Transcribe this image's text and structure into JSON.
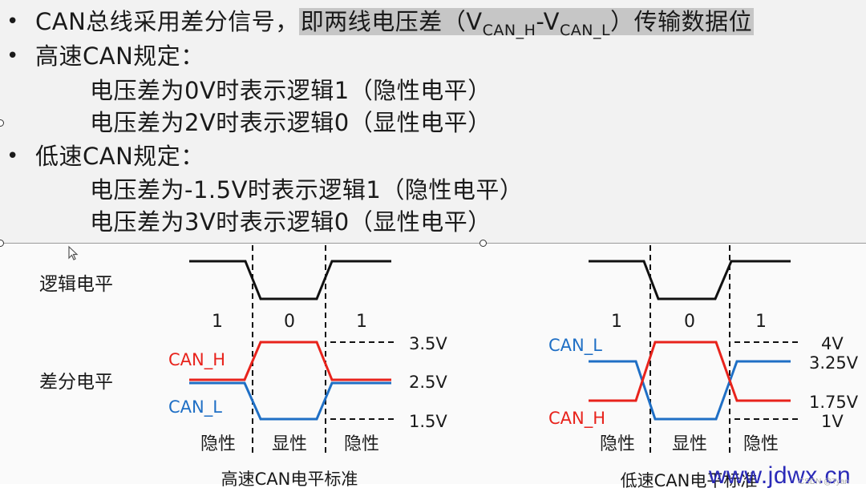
{
  "text": {
    "line1_main": "CAN总线采用差分信号，",
    "line1_hl_a": "即两线电压差（V",
    "line1_sub_h": "CAN_H",
    "line1_dash": "-V",
    "line1_sub_l": "CAN_L",
    "line1_hl_b": "）传输数据位",
    "line2": "高速CAN规定：",
    "line3": "电压差为0V时表示逻辑1（隐性电平）",
    "line4": "电压差为2V时表示逻辑0（显性电平）",
    "line5": "低速CAN规定：",
    "line6": "电压差为-1.5V时表示逻辑1（隐性电平）",
    "line7": "电压差为3V时表示逻辑0（显性电平）",
    "bullet": "•"
  },
  "diagram": {
    "row_logic": "逻辑电平",
    "row_diff": "差分电平",
    "high": {
      "bits": [
        "1",
        "0",
        "1"
      ],
      "can_h": "CAN_H",
      "can_l": "CAN_L",
      "volt_top": "3.5V",
      "volt_mid": "2.5V",
      "volt_bot": "1.5V",
      "states": [
        "隐性",
        "显性",
        "隐性"
      ],
      "caption": "高速CAN电平标准"
    },
    "low": {
      "bits": [
        "1",
        "0",
        "1"
      ],
      "can_h": "CAN_H",
      "can_l": "CAN_L",
      "volt_a": "4V",
      "volt_b": "3.25V",
      "volt_c": "1.75V",
      "volt_d": "1V",
      "states": [
        "隐性",
        "显性",
        "隐性"
      ],
      "caption": "低速CAN电平标准"
    },
    "colors": {
      "can_h": "#e8231c",
      "can_l": "#1f6fc5",
      "logic": "#111111"
    }
  },
  "watermark": "www.jdwx.cn",
  "csdn": "CSDN @Tyan"
}
